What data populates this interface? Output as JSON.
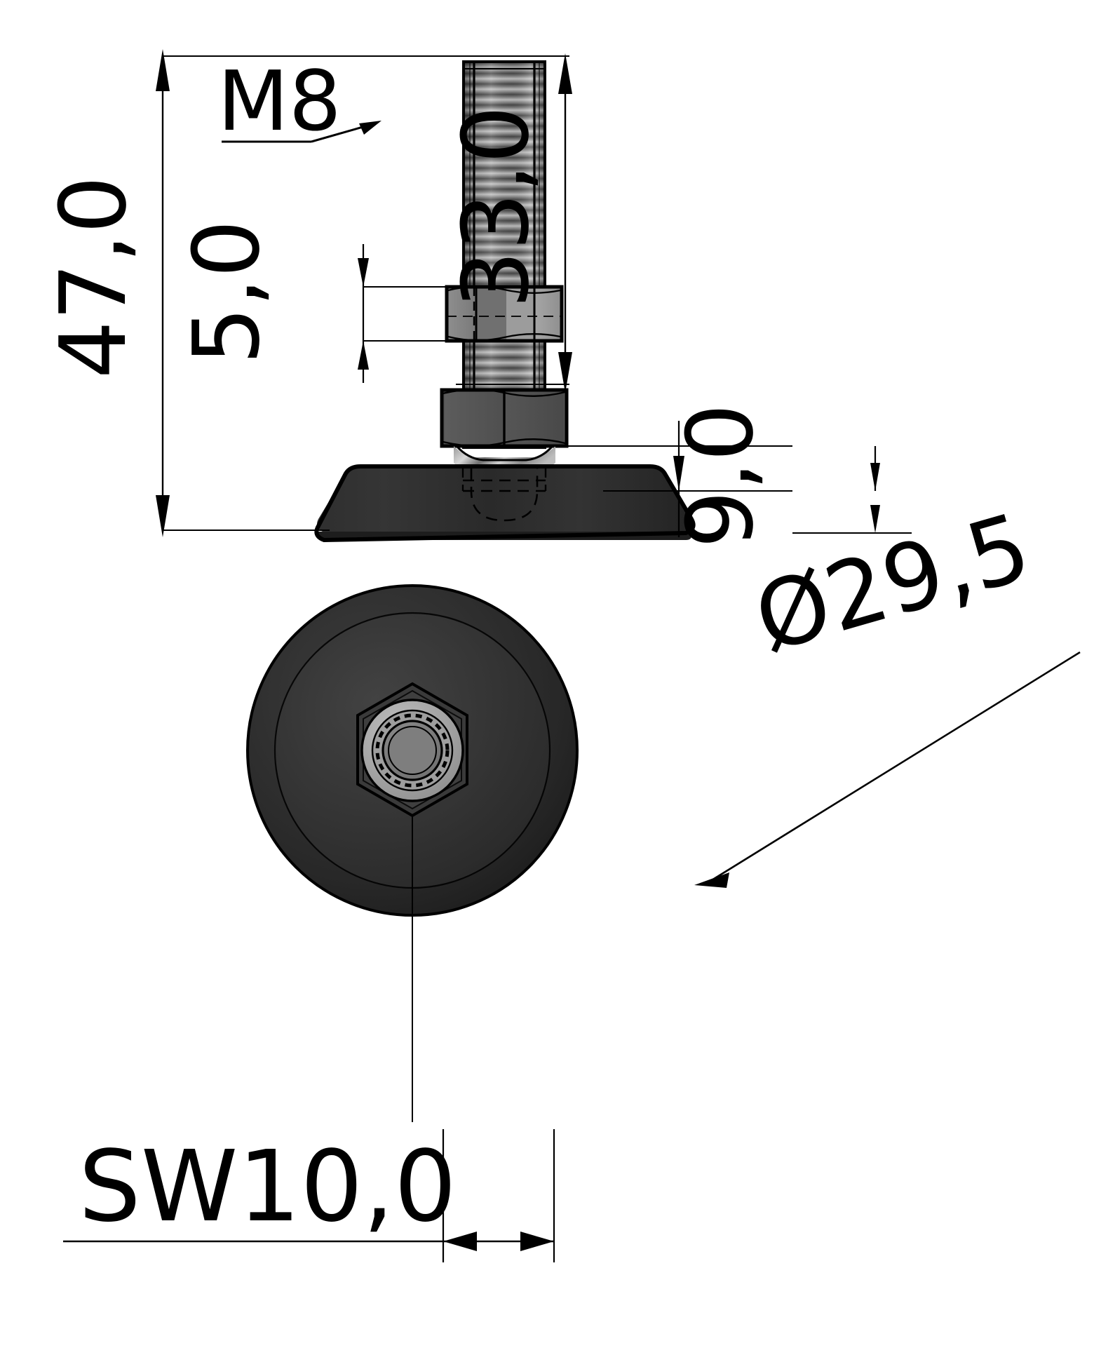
{
  "drawing": {
    "type": "engineering-dimensioned-drawing",
    "subject": "Adjustable machine levelling foot M8 with plastic base pad",
    "background_color": "#ffffff",
    "line_color": "#000000",
    "views": [
      {
        "name": "front-elevation-section",
        "position": "top",
        "description": "Threaded stud M8 with two hexagon nuts and domed plastic base pad, shown in section with hidden ball-socket lines"
      },
      {
        "name": "bottom-plan-view",
        "position": "bottom",
        "description": "Circular plastic base pad seen from above with central hexagon nut and threaded bore"
      }
    ]
  },
  "dimensions": {
    "overall_height": {
      "label": "47,0",
      "orientation": "vertical-rotated",
      "side": "left",
      "target": "overall assembly height"
    },
    "thread_length": {
      "label": "33,0",
      "orientation": "vertical-rotated",
      "side": "right",
      "target": "exposed thread length above lower nut"
    },
    "nut_height": {
      "label": "5,0",
      "orientation": "vertical-rotated",
      "side": "left-inner",
      "target": "upper lock nut height"
    },
    "pad_height": {
      "label": "9,0",
      "orientation": "vertical-rotated",
      "side": "right",
      "target": "plastic base pad thickness"
    },
    "thread_spec": {
      "label": "M8",
      "orientation": "horizontal",
      "target": "threaded stud, metric 8 mm",
      "has_leader": true
    },
    "pad_diameter": {
      "label": "Ø29,5",
      "orientation": "horizontal",
      "target": "outside diameter of plastic base pad",
      "has_leader": true
    },
    "wrench_size": {
      "label": "SW10,0",
      "orientation": "horizontal",
      "target": "across-flats hexagon wrench size of nut"
    }
  },
  "colors": {
    "line": "#000000",
    "background": "#ffffff",
    "pad_dark": "#2b2b2b",
    "pad_darker": "#1e1e1e",
    "pad_mid": "#3a3a3a",
    "nut_light": "#9a9a9a",
    "nut_mid": "#808080",
    "nut_dark": "#555555",
    "thread_light": "#b9b9b9",
    "thread_dark": "#4a4a4a",
    "ball_light": "#c9c9c9"
  }
}
